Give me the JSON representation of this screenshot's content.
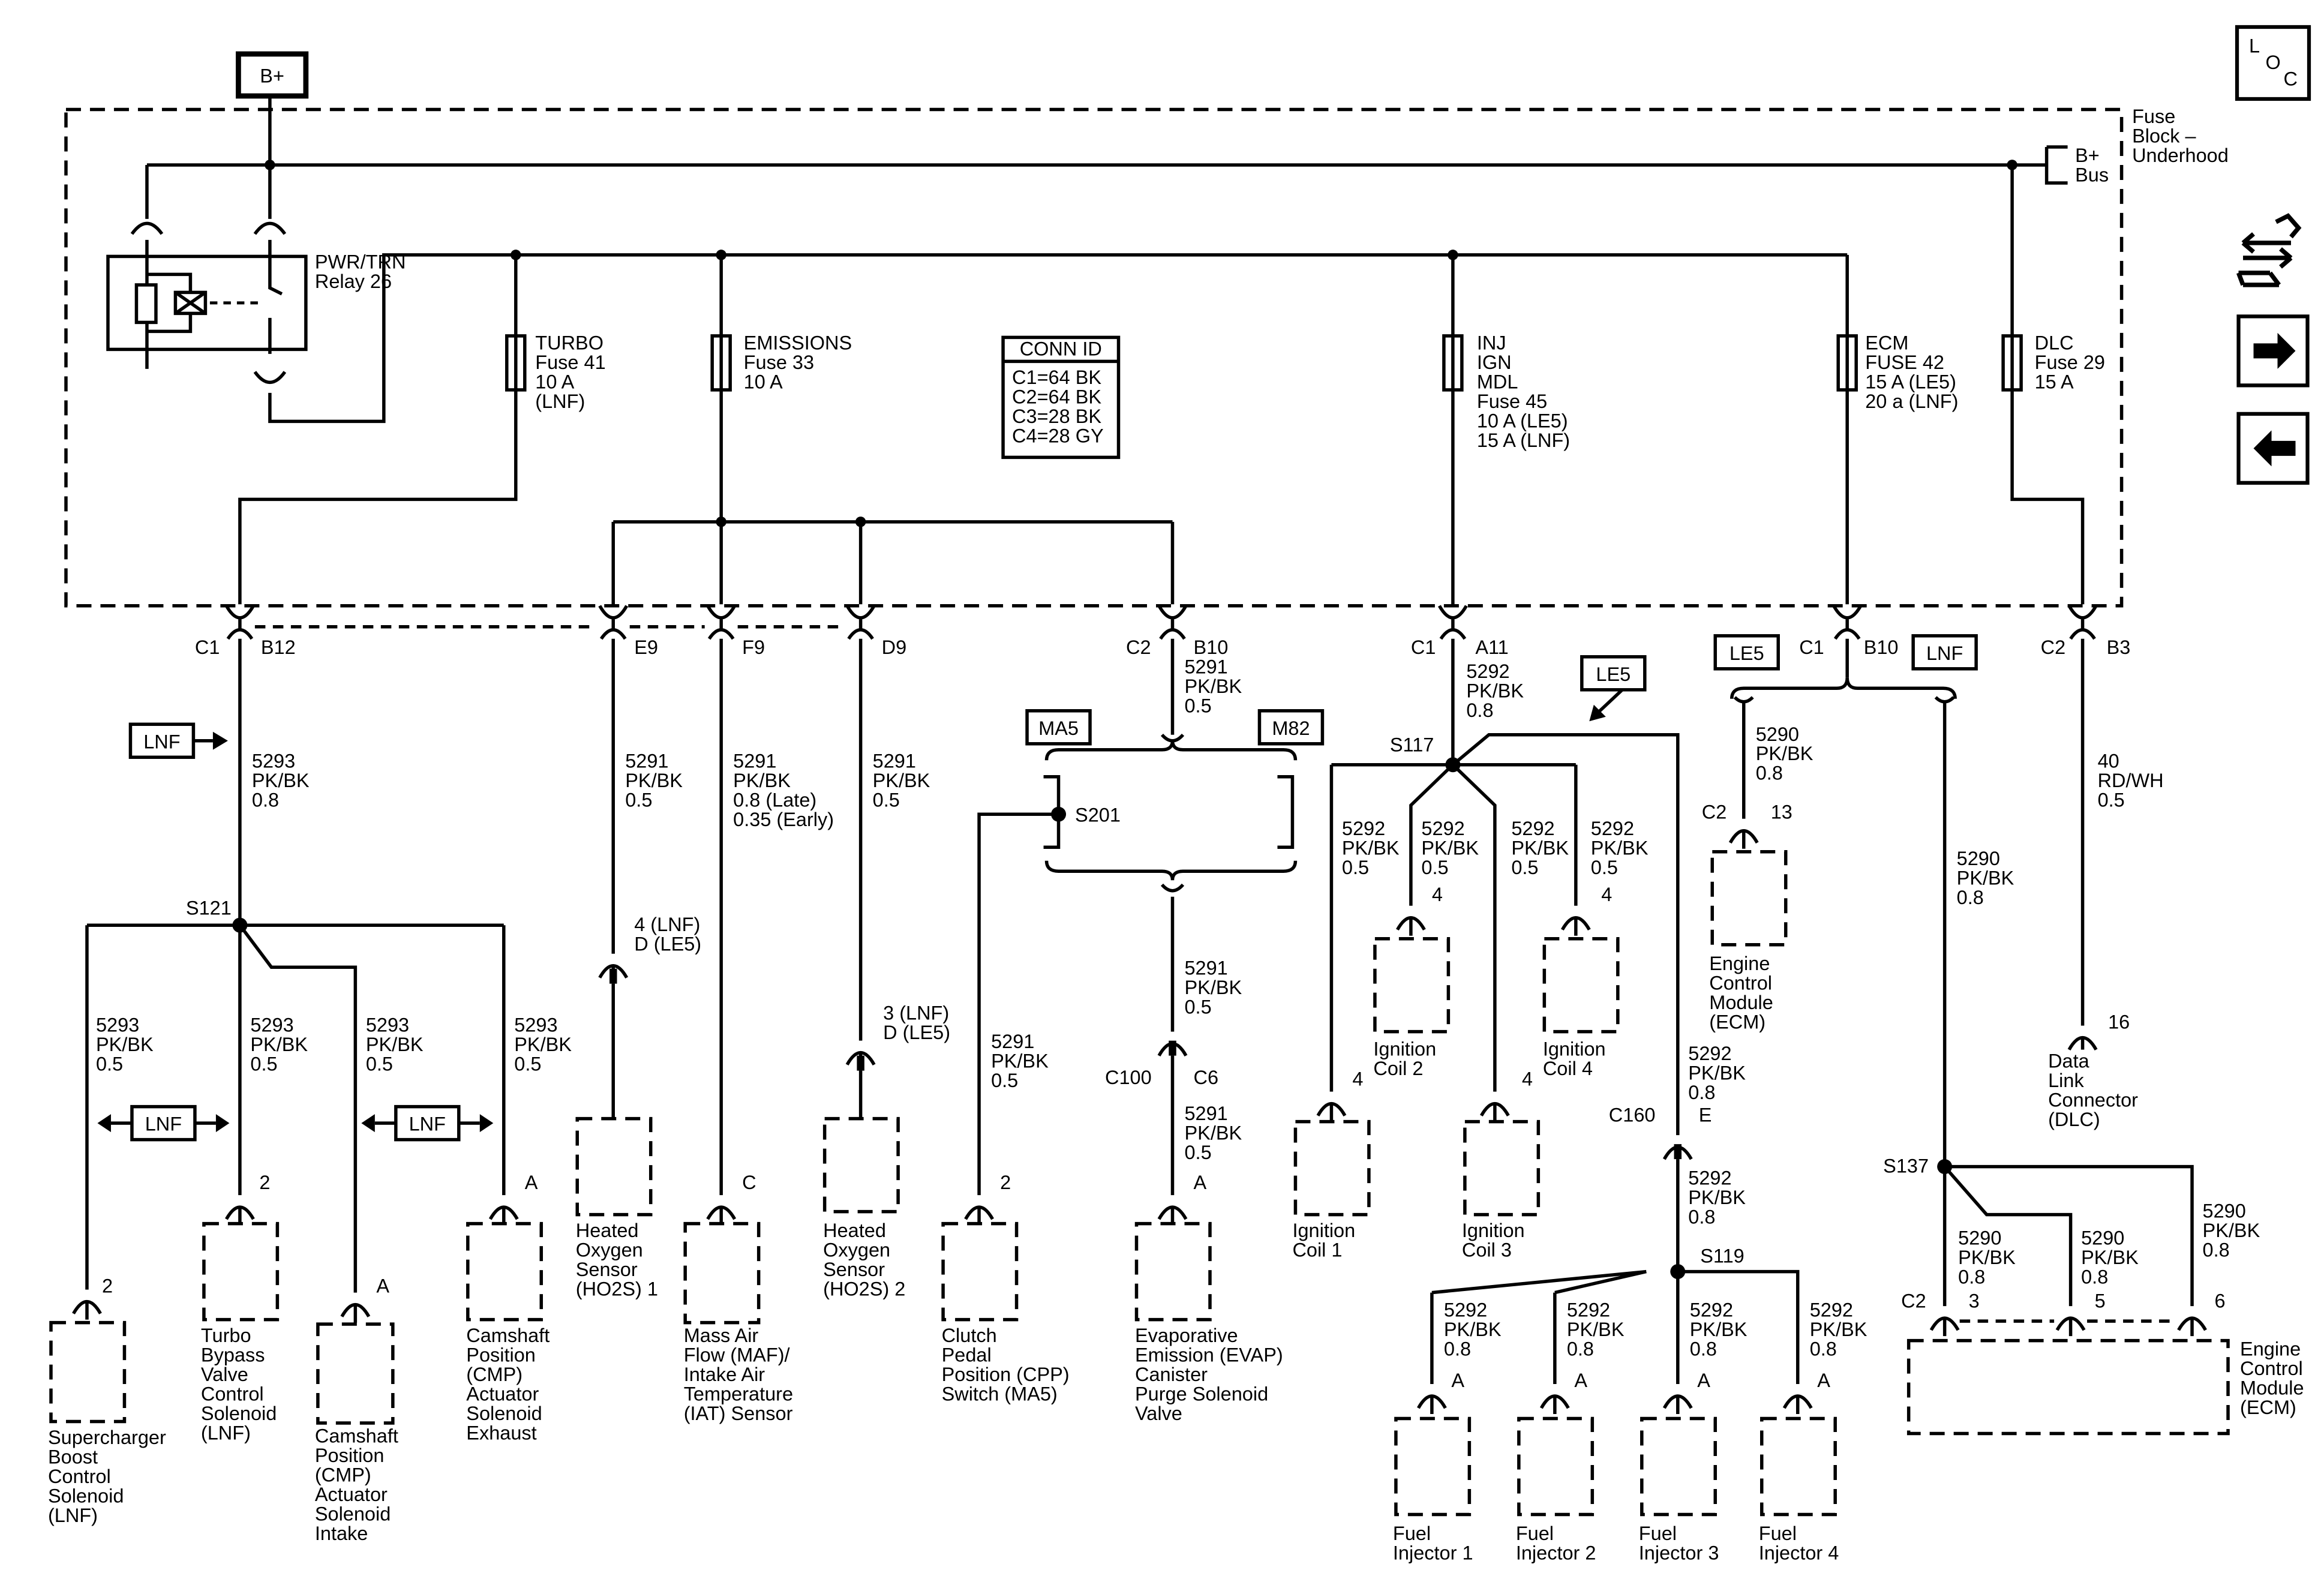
{
  "header": {
    "supply": "B+",
    "loc_l": "L",
    "loc_o": "O",
    "loc_c": "C",
    "nav_icons": [
      "tools-icon",
      "arrow-right-icon",
      "arrow-left-icon"
    ]
  },
  "fuse_block": {
    "name": [
      "Fuse",
      "Block –",
      "Underhood"
    ],
    "bus": [
      "B+",
      "Bus"
    ],
    "relay": [
      "PWR/TRN",
      "Relay 26"
    ],
    "conn_id_title": "CONN ID",
    "conn_id_lines": [
      "C1=64 BK",
      "C2=64 BK",
      "C3=28 BK",
      "C4=28 GY"
    ]
  },
  "fuses": [
    {
      "lines": [
        "TURBO",
        "Fuse 41",
        "10 A",
        "(LNF)"
      ]
    },
    {
      "lines": [
        "EMISSIONS",
        "Fuse 33",
        "10 A"
      ]
    },
    {
      "lines": [
        "INJ",
        "IGN",
        "MDL",
        "Fuse 45",
        "10 A (LE5)",
        "15 A (LNF)"
      ]
    },
    {
      "lines": [
        "ECM",
        "FUSE 42",
        "15 A (LE5)",
        "20 a (LNF)"
      ]
    },
    {
      "lines": [
        "DLC",
        "Fuse 29",
        "15 A"
      ]
    }
  ],
  "connectors": {
    "c1": "C1",
    "b12": "B12",
    "e9": "E9",
    "f9": "F9",
    "d9": "D9",
    "c2a": "C2",
    "b10a": "B10",
    "c1b": "C1",
    "a11": "A11",
    "c1c": "C1",
    "b10c": "B10",
    "c2d": "C2",
    "b3": "B3",
    "c100": "C100",
    "c6": "C6",
    "c160": "C160",
    "e": "E",
    "ecm_top_c2": "C2",
    "ecm_top_pin": "13",
    "ecm_bot_c2": "C2",
    "ecm_pin3": "3",
    "ecm_pin5": "5",
    "ecm_pin6": "6",
    "dlc_pin": "16"
  },
  "splices": {
    "s121": "S121",
    "s201": "S201",
    "s117": "S117",
    "s119": "S119",
    "s137": "S137"
  },
  "options": {
    "lnf": "LNF",
    "le5": "LE5",
    "ma5": "MA5",
    "m82": "M82"
  },
  "wires": {
    "w5293_main": [
      "5293",
      "PK/BK",
      "0.8"
    ],
    "w5293_a": [
      "5293",
      "PK/BK",
      "0.5"
    ],
    "w5293_b": [
      "5293",
      "PK/BK",
      "0.5"
    ],
    "w5293_c": [
      "5293",
      "PK/BK",
      "0.5"
    ],
    "w5293_d": [
      "5293",
      "PK/BK",
      "0.5"
    ],
    "w5291_e9": [
      "5291",
      "PK/BK",
      "0.5"
    ],
    "w5291_f9": [
      "5291",
      "PK/BK",
      "0.8 (Late)",
      "0.35 (Early)"
    ],
    "w5291_d9": [
      "5291",
      "PK/BK",
      "0.5"
    ],
    "w5291_b10": [
      "5291",
      "PK/BK",
      "0.5"
    ],
    "w5291_cpp": [
      "5291",
      "PK/BK",
      "0.5"
    ],
    "w5291_c100a": [
      "5291",
      "PK/BK",
      "0.5"
    ],
    "w5291_c100b": [
      "5291",
      "PK/BK",
      "0.5"
    ],
    "w5292_a11": [
      "5292",
      "PK/BK",
      "0.8"
    ],
    "w5292_c1": [
      "5292",
      "PK/BK",
      "0.5"
    ],
    "w5292_c2": [
      "5292",
      "PK/BK",
      "0.5"
    ],
    "w5292_c3": [
      "5292",
      "PK/BK",
      "0.5"
    ],
    "w5292_c4": [
      "5292",
      "PK/BK",
      "0.5"
    ],
    "w5292_c160a": [
      "5292",
      "PK/BK",
      "0.8"
    ],
    "w5292_c160b": [
      "5292",
      "PK/BK",
      "0.8"
    ],
    "w5292_i1": [
      "5292",
      "PK/BK",
      "0.8"
    ],
    "w5292_i2": [
      "5292",
      "PK/BK",
      "0.8"
    ],
    "w5292_i3": [
      "5292",
      "PK/BK",
      "0.8"
    ],
    "w5292_i4": [
      "5292",
      "PK/BK",
      "0.8"
    ],
    "w5290_top": [
      "5290",
      "PK/BK",
      "0.8"
    ],
    "w5290_mid": [
      "5290",
      "PK/BK",
      "0.8"
    ],
    "w5290_3": [
      "5290",
      "PK/BK",
      "0.8"
    ],
    "w5290_5": [
      "5290",
      "PK/BK",
      "0.8"
    ],
    "w5290_6": [
      "5290",
      "PK/BK",
      "0.8"
    ],
    "w40": [
      "40",
      "RD/WH",
      "0.5"
    ]
  },
  "pins": {
    "sbc": "2",
    "tbv": "2",
    "cmpi": "A",
    "cmpe": "A",
    "ho2s1": "4 (LNF)",
    "ho2s1b": "D (LE5)",
    "maf": "C",
    "ho2s2": "3 (LNF)",
    "ho2s2b": "D (LE5)",
    "cpp": "2",
    "evap": "A",
    "coil1": "4",
    "coil2": "4",
    "coil3": "4",
    "coil4": "4",
    "inj1": "A",
    "inj2": "A",
    "inj3": "A",
    "inj4": "A"
  },
  "components": {
    "supercharger": [
      "Supercharger",
      "Boost",
      "Control",
      "Solenoid",
      "(LNF)"
    ],
    "turbo_bypass": [
      "Turbo",
      "Bypass",
      "Valve",
      "Control",
      "Solenoid",
      "(LNF)"
    ],
    "cmp_intake": [
      "Camshaft",
      "Position",
      "(CMP)",
      "Actuator",
      "Solenoid",
      "Intake"
    ],
    "cmp_exhaust": [
      "Camshaft",
      "Position",
      "(CMP)",
      "Actuator",
      "Solenoid",
      "Exhaust"
    ],
    "ho2s1": [
      "Heated",
      "Oxygen",
      "Sensor",
      "(HO2S) 1"
    ],
    "maf": [
      "Mass Air",
      "Flow (MAF)/",
      "Intake Air",
      "Temperature",
      "(IAT) Sensor"
    ],
    "ho2s2": [
      "Heated",
      "Oxygen",
      "Sensor",
      "(HO2S) 2"
    ],
    "cpp": [
      "Clutch",
      "Pedal",
      "Position (CPP)",
      "Switch (MA5)"
    ],
    "evap": [
      "Evaporative",
      "Emission (EVAP)",
      "Canister",
      "Purge Solenoid",
      "Valve"
    ],
    "coil1": [
      "Ignition",
      "Coil 1"
    ],
    "coil2": [
      "Ignition",
      "Coil 2"
    ],
    "coil3": [
      "Ignition",
      "Coil 3"
    ],
    "coil4": [
      "Ignition",
      "Coil 4"
    ],
    "inj1": [
      "Fuel",
      "Injector 1"
    ],
    "inj2": [
      "Fuel",
      "Injector 2"
    ],
    "inj3": [
      "Fuel",
      "Injector 3"
    ],
    "inj4": [
      "Fuel",
      "Injector 4"
    ],
    "ecm_top": [
      "Engine",
      "Control",
      "Module",
      "(ECM)"
    ],
    "ecm_bottom": [
      "Engine",
      "Control",
      "Module",
      "(ECM)"
    ],
    "dlc": [
      "Data",
      "Link",
      "Connector",
      "(DLC)"
    ]
  }
}
